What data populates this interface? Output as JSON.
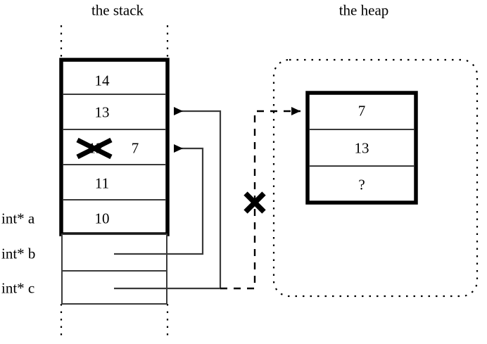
{
  "diagram": {
    "type": "memory-diagram",
    "stack": {
      "title": "the stack",
      "cells": [
        {
          "value": "14",
          "struck": false
        },
        {
          "value": "13",
          "struck": false
        },
        {
          "value": "12",
          "struck": true,
          "extra_value": "7"
        },
        {
          "value": "11",
          "struck": false
        },
        {
          "value": "10",
          "struck": false
        }
      ],
      "variables": [
        {
          "label": "int* a",
          "points_to": "stack-cell-10"
        },
        {
          "label": "int* b",
          "points_to": "stack-cell-12"
        },
        {
          "label": "int* c",
          "points_to": "heap-cell-7"
        }
      ]
    },
    "heap": {
      "title": "the heap",
      "cells": [
        {
          "value": "7"
        },
        {
          "value": "13"
        },
        {
          "value": "?"
        }
      ]
    },
    "annotations": {
      "invalid_pointer_mark": "X",
      "struck_value_mark": "X"
    },
    "colors": {
      "ink": "#000000",
      "background": "#ffffff",
      "hairline": "#3a3a3a"
    }
  }
}
